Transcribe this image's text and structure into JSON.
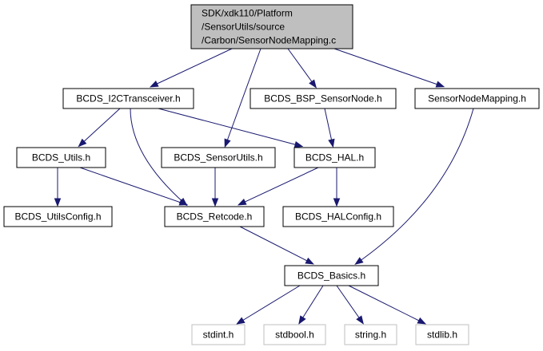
{
  "nodes": [
    {
      "id": "root",
      "kind": "root",
      "lines": [
        "SDK/xdk110/Platform",
        "/SensorUtils/source",
        "/Carbon/SensorNodeMapping.c"
      ]
    },
    {
      "id": "i2c",
      "kind": "std",
      "lines": [
        "BCDS_I2CTransceiver.h"
      ]
    },
    {
      "id": "bsp",
      "kind": "std",
      "lines": [
        "BCDS_BSP_SensorNode.h"
      ]
    },
    {
      "id": "snm",
      "kind": "std",
      "lines": [
        "SensorNodeMapping.h"
      ]
    },
    {
      "id": "utils",
      "kind": "std",
      "lines": [
        "BCDS_Utils.h"
      ]
    },
    {
      "id": "sensorutils",
      "kind": "std",
      "lines": [
        "BCDS_SensorUtils.h"
      ]
    },
    {
      "id": "hal",
      "kind": "std",
      "lines": [
        "BCDS_HAL.h"
      ]
    },
    {
      "id": "utilsconfig",
      "kind": "std",
      "lines": [
        "BCDS_UtilsConfig.h"
      ]
    },
    {
      "id": "retcode",
      "kind": "std",
      "lines": [
        "BCDS_Retcode.h"
      ]
    },
    {
      "id": "halconfig",
      "kind": "std",
      "lines": [
        "BCDS_HALConfig.h"
      ]
    },
    {
      "id": "basics",
      "kind": "std",
      "lines": [
        "BCDS_Basics.h"
      ]
    },
    {
      "id": "stdint",
      "kind": "ext",
      "lines": [
        "stdint.h"
      ]
    },
    {
      "id": "stdbool",
      "kind": "ext",
      "lines": [
        "stdbool.h"
      ]
    },
    {
      "id": "string",
      "kind": "ext",
      "lines": [
        "string.h"
      ]
    },
    {
      "id": "stdlib",
      "kind": "ext",
      "lines": [
        "stdlib.h"
      ]
    }
  ],
  "edges": [
    {
      "from": "root",
      "to": "i2c"
    },
    {
      "from": "root",
      "to": "sensorutils"
    },
    {
      "from": "root",
      "to": "bsp"
    },
    {
      "from": "root",
      "to": "snm"
    },
    {
      "from": "i2c",
      "to": "utils"
    },
    {
      "from": "i2c",
      "to": "retcode"
    },
    {
      "from": "i2c",
      "to": "hal"
    },
    {
      "from": "bsp",
      "to": "hal"
    },
    {
      "from": "snm",
      "to": "basics"
    },
    {
      "from": "utils",
      "to": "utilsconfig"
    },
    {
      "from": "utils",
      "to": "retcode"
    },
    {
      "from": "sensorutils",
      "to": "retcode"
    },
    {
      "from": "hal",
      "to": "retcode"
    },
    {
      "from": "hal",
      "to": "halconfig"
    },
    {
      "from": "retcode",
      "to": "basics"
    },
    {
      "from": "basics",
      "to": "stdint"
    },
    {
      "from": "basics",
      "to": "stdbool"
    },
    {
      "from": "basics",
      "to": "string"
    },
    {
      "from": "basics",
      "to": "stdlib"
    }
  ],
  "colors": {
    "root_fill": "#bfbfbf",
    "node_fill": "#ffffff",
    "node_stroke": "#000000",
    "external_stroke": "#bfbfbf",
    "edge": "#191970"
  }
}
